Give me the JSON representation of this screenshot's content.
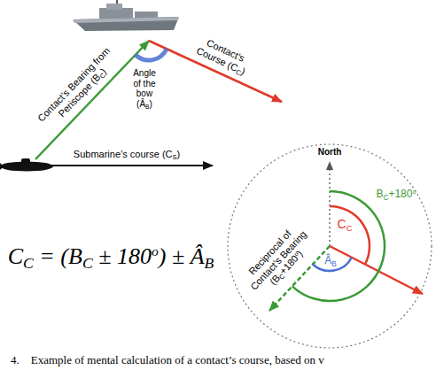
{
  "diagram": {
    "caption": "4.    Example of mental calculation of a contact’s course, based on v",
    "labels": [
      "Contact’s Bearing from Periscope (BC)",
      "Angle of the bow (ÂB)",
      "Contact’s Course (CC)",
      "Submarine’s course (CS)",
      "CC = (BC ± 180o) ± ÂB",
      "North",
      "CC",
      "BC+180o",
      "Reciprocal of Contact’s Bearing (BC+180o)",
      "ÂB"
    ]
  }
}
